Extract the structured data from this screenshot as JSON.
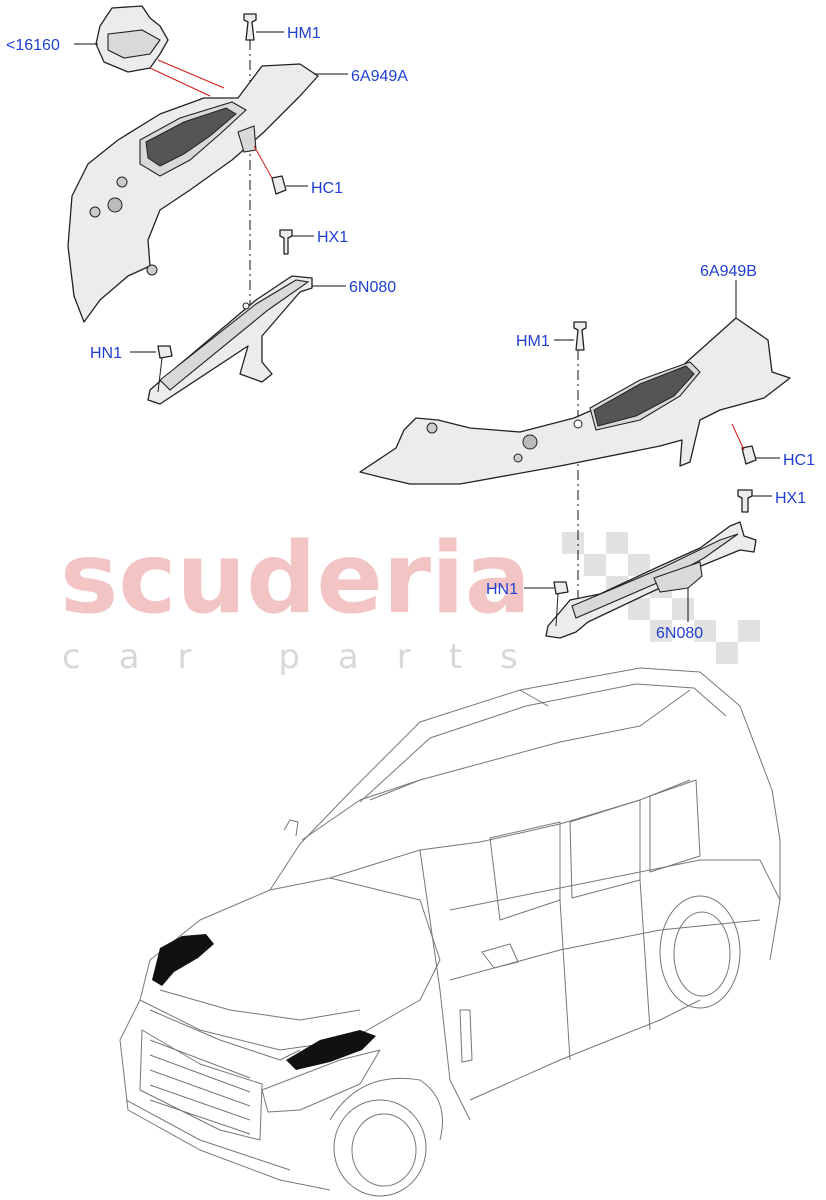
{
  "watermark": {
    "brand": "scuderia",
    "tagline": "car parts"
  },
  "callouts": {
    "ref_16160": "<16160",
    "hm1_top": "HM1",
    "part_6a949a": "6A949A",
    "hc1_top": "HC1",
    "hx1_top": "HX1",
    "part_6n080_top": "6N080",
    "hn1_top": "HN1",
    "part_6a949b": "6A949B",
    "hm1_right": "HM1",
    "hc1_right": "HC1",
    "hx1_right": "HX1",
    "hn1_right": "HN1",
    "part_6n080_right": "6N080"
  }
}
